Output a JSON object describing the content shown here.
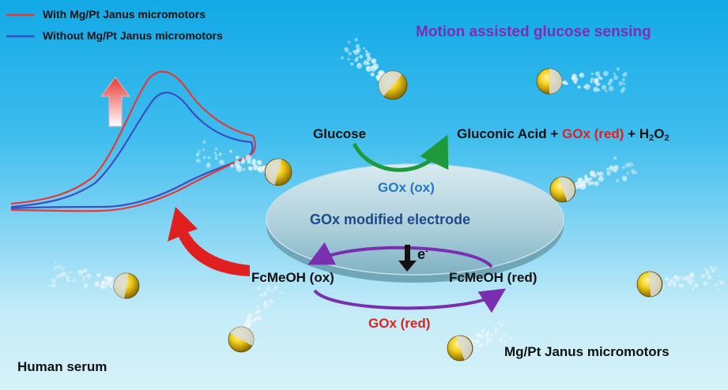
{
  "legend": {
    "items": [
      {
        "label": "With Mg/Pt Janus micromotors",
        "color": "#e53935"
      },
      {
        "label": "Without Mg/Pt Janus micromotors",
        "color": "#3a4fc4"
      }
    ]
  },
  "title": "Motion assisted glucose sensing",
  "reaction": {
    "reactant": "Glucose",
    "products_prefix": "Gluconic Acid + ",
    "gox_red": "GOx (red)",
    "plus": " + ",
    "h2o2_h": "H",
    "h2o2_sub1": "2",
    "h2o2_o": "O",
    "h2o2_sub2": "2",
    "catalyst": "GOx (ox)"
  },
  "electrode": {
    "label": "GOx modified electrode",
    "electron": "e",
    "electron_sup": "-"
  },
  "mediator": {
    "ox": "FcMeOH (ox)",
    "red": "FcMeOH (red)",
    "bottom_label": "GOx (red)"
  },
  "labels": {
    "medium": "Human serum",
    "motors": "Mg/Pt Janus micromotors"
  },
  "colors": {
    "purple_title": "#7a2fb0",
    "red_text": "#e02020",
    "blue_text": "#1f78c4",
    "green_arrow": "#1f9a3a",
    "purple_arrow": "#7a2fb0",
    "big_arrow": "#e02020"
  },
  "icons": [
    "janus-micromotor-icon",
    "bubble-trail-icon",
    "red-up-arrow-icon"
  ]
}
